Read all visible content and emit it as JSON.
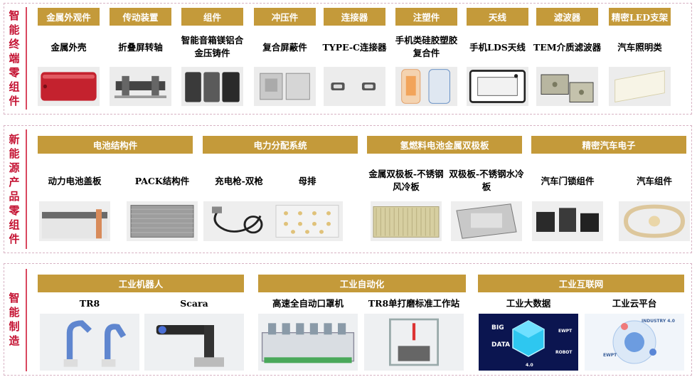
{
  "sections": [
    {
      "title": "智能终端零组件",
      "headers": [
        "金属外观件",
        "传动装置",
        "组件",
        "冲压件",
        "连接器",
        "注塑件",
        "天线",
        "滤波器",
        "精密LED支架"
      ],
      "items": [
        "金属外壳",
        "折叠屏转轴",
        "智能音箱镁铝合金压铸件",
        "复合屏蔽件",
        "TYPE-C连接器",
        "手机类硅胶塑胶复合件",
        "手机LDS天线",
        "TEM介质滤波器",
        "汽车照明类"
      ]
    },
    {
      "title": "新能源产品零组件",
      "headers": [
        "电池结构件",
        "电力分配系统",
        "氢燃料电池金属双极板",
        "精密汽车电子"
      ],
      "items": [
        "动力电池盖板",
        "PACK结构件",
        "充电枪-双枪",
        "母排",
        "金属双极板-不锈钢风冷板",
        "双极板-不锈钢水冷板",
        "汽车门锁组件",
        "汽车组件"
      ]
    },
    {
      "title": "智能制造",
      "headers": [
        "工业机器人",
        "工业自动化",
        "工业互联网"
      ],
      "items": [
        "TR8",
        "Scara",
        "高速全自动口罩机",
        "TR8单打磨标准工作站",
        "工业大数据",
        "工业云平台"
      ]
    }
  ],
  "image_text": {
    "bigdata_words": [
      "BIG",
      "DATA",
      "4.0",
      "EWPT",
      "ROBOT"
    ],
    "cloud_words": [
      "INDUSTRY 4.0",
      "EWPT"
    ]
  },
  "colors": {
    "header_gold": "#c49a3a",
    "side_red": "#c41232",
    "dash": "#d8b3c4"
  }
}
